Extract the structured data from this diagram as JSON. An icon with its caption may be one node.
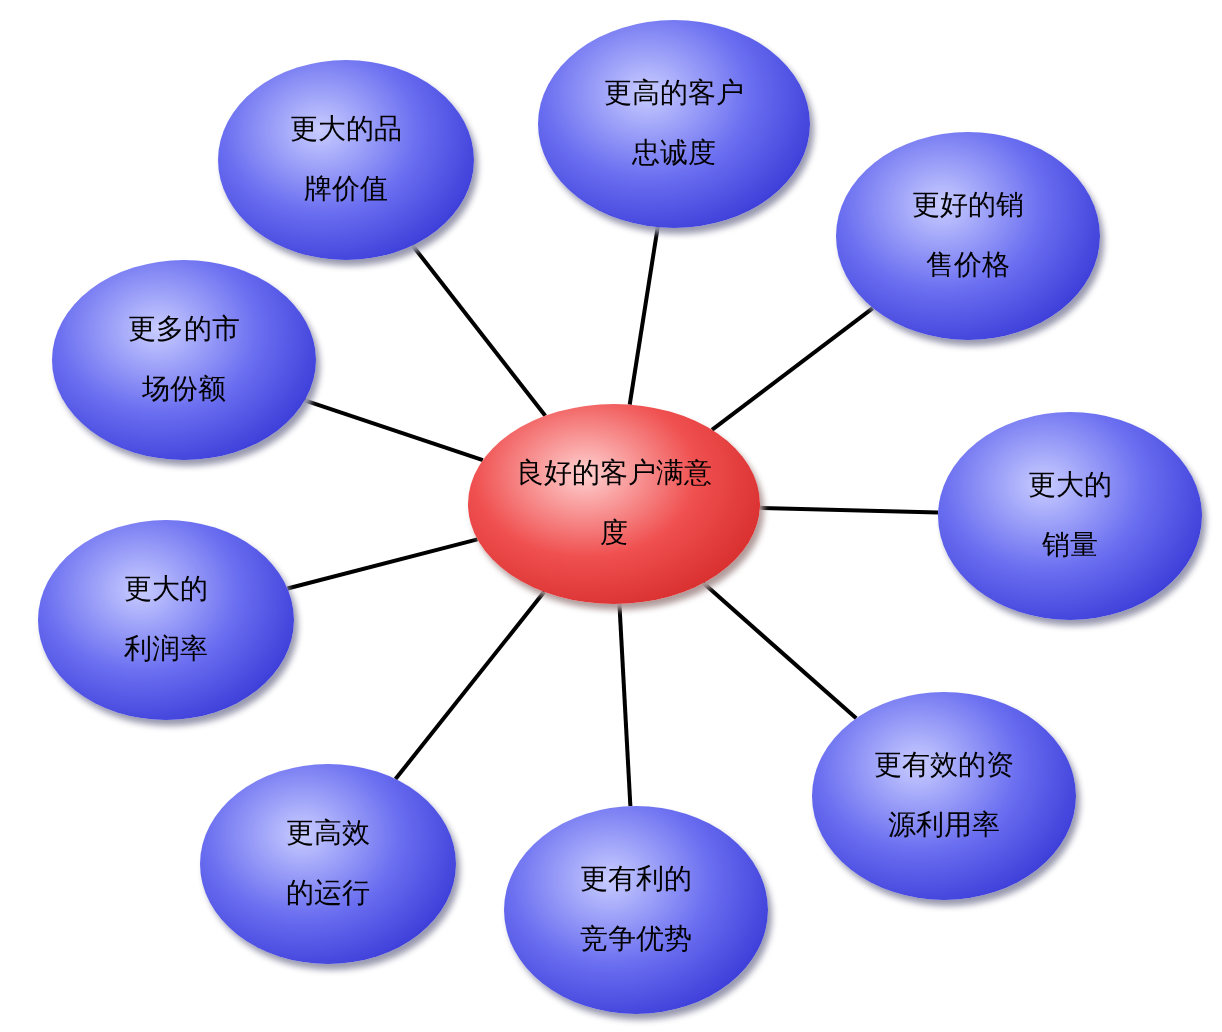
{
  "diagram": {
    "nodes": [
      {
        "text": [
          "良好的客户满意度"
        ]
      },
      {
        "text": [
          "更大的品牌价值"
        ]
      },
      {
        "text": [
          "更高的客户忠诚度"
        ]
      },
      {
        "text": [
          "更好的销售价格"
        ]
      },
      {
        "text": [
          "更多的市场份额"
        ]
      },
      {
        "text": [
          "更大的销量"
        ]
      },
      {
        "text": [
          "更大的利润率"
        ]
      },
      {
        "text": [
          "更有效的资源利用率"
        ]
      },
      {
        "text": [
          "更高效的运行"
        ]
      },
      {
        "text": [
          "更有利的竞争优势"
        ]
      }
    ],
    "edges": [
      {
        "from": 0,
        "to": 1,
        "arrow": "none"
      },
      {
        "from": 0,
        "to": 2,
        "arrow": "none"
      },
      {
        "from": 0,
        "to": 3,
        "arrow": "none"
      },
      {
        "from": 0,
        "to": 4,
        "arrow": "none"
      },
      {
        "from": 0,
        "to": 5,
        "arrow": "none"
      },
      {
        "from": 0,
        "to": 6,
        "arrow": "none"
      },
      {
        "from": 0,
        "to": 7,
        "arrow": "none"
      },
      {
        "from": 0,
        "to": 8,
        "arrow": "none"
      },
      {
        "from": 0,
        "to": 9,
        "arrow": "none"
      }
    ]
  }
}
